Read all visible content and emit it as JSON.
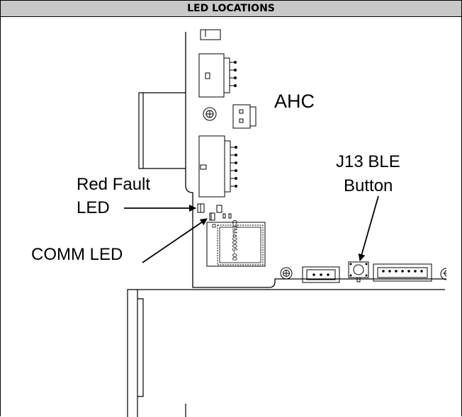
{
  "header": {
    "title": "LED LOCATIONS"
  },
  "diagram": {
    "board_label": "AHC",
    "chip_text": "CTM40005-00",
    "labels": {
      "red_fault_line1": "Red Fault",
      "red_fault_line2": "LED",
      "comm_led": "COMM LED",
      "j13_line1": "J13 BLE",
      "j13_line2": "Button"
    }
  }
}
